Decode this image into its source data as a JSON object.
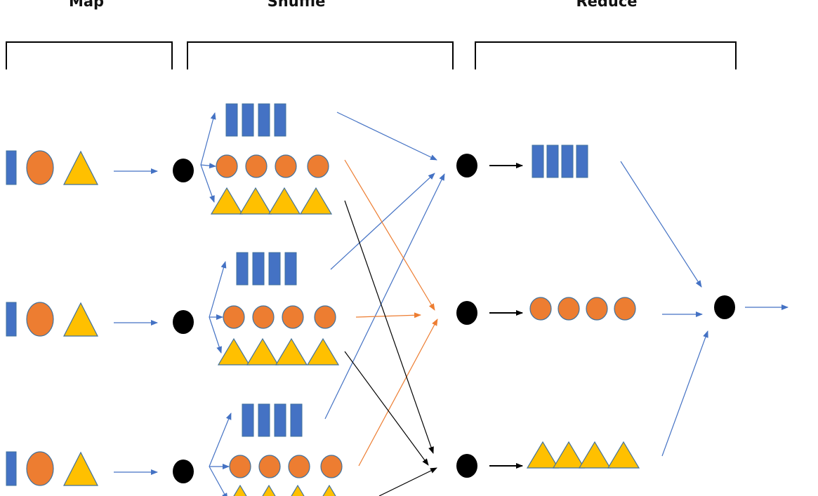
{
  "stages": [
    {
      "id": "map",
      "label": "Map"
    },
    {
      "id": "shuffle",
      "label": "Shuffle"
    },
    {
      "id": "reduce",
      "label": "Reduce"
    }
  ],
  "colors": {
    "rect": "#4472C4",
    "circle": "#ED7D31",
    "triangle": "#FFC000",
    "node": "#000000",
    "arrow_blue": "#4472C4",
    "arrow_orange": "#ED7D31",
    "arrow_black": "#000000",
    "shape_outline": "#41719C",
    "bracket": "#000000"
  },
  "map_inputs": [
    {
      "items": [
        "rect",
        "circle",
        "triangle"
      ]
    },
    {
      "items": [
        "rect",
        "circle",
        "triangle"
      ]
    },
    {
      "items": [
        "rect",
        "circle",
        "triangle"
      ]
    }
  ],
  "mapper_outputs": [
    {
      "groups": [
        {
          "shape": "rect",
          "count": 4
        },
        {
          "shape": "circle",
          "count": 4
        },
        {
          "shape": "triangle",
          "count": 4
        }
      ]
    },
    {
      "groups": [
        {
          "shape": "rect",
          "count": 4
        },
        {
          "shape": "circle",
          "count": 4
        },
        {
          "shape": "triangle",
          "count": 4
        }
      ]
    },
    {
      "groups": [
        {
          "shape": "rect",
          "count": 4
        },
        {
          "shape": "circle",
          "count": 4
        },
        {
          "shape": "triangle",
          "count": 4
        }
      ]
    }
  ],
  "reducers": [
    {
      "shape": "rect",
      "count": 4
    },
    {
      "shape": "circle",
      "count": 4
    },
    {
      "shape": "triangle",
      "count": 4
    }
  ],
  "shuffle_edges": [
    {
      "from_mapper": 1,
      "group": "rect",
      "to_reducer": 1,
      "color": "blue"
    },
    {
      "from_mapper": 2,
      "group": "rect",
      "to_reducer": 1,
      "color": "blue"
    },
    {
      "from_mapper": 3,
      "group": "rect",
      "to_reducer": 1,
      "color": "blue"
    },
    {
      "from_mapper": 1,
      "group": "circle",
      "to_reducer": 2,
      "color": "orange"
    },
    {
      "from_mapper": 2,
      "group": "circle",
      "to_reducer": 2,
      "color": "orange"
    },
    {
      "from_mapper": 3,
      "group": "circle",
      "to_reducer": 2,
      "color": "orange"
    },
    {
      "from_mapper": 1,
      "group": "triangle",
      "to_reducer": 3,
      "color": "black"
    },
    {
      "from_mapper": 2,
      "group": "triangle",
      "to_reducer": 3,
      "color": "black"
    },
    {
      "from_mapper": 3,
      "group": "triangle",
      "to_reducer": 3,
      "color": "black"
    }
  ]
}
